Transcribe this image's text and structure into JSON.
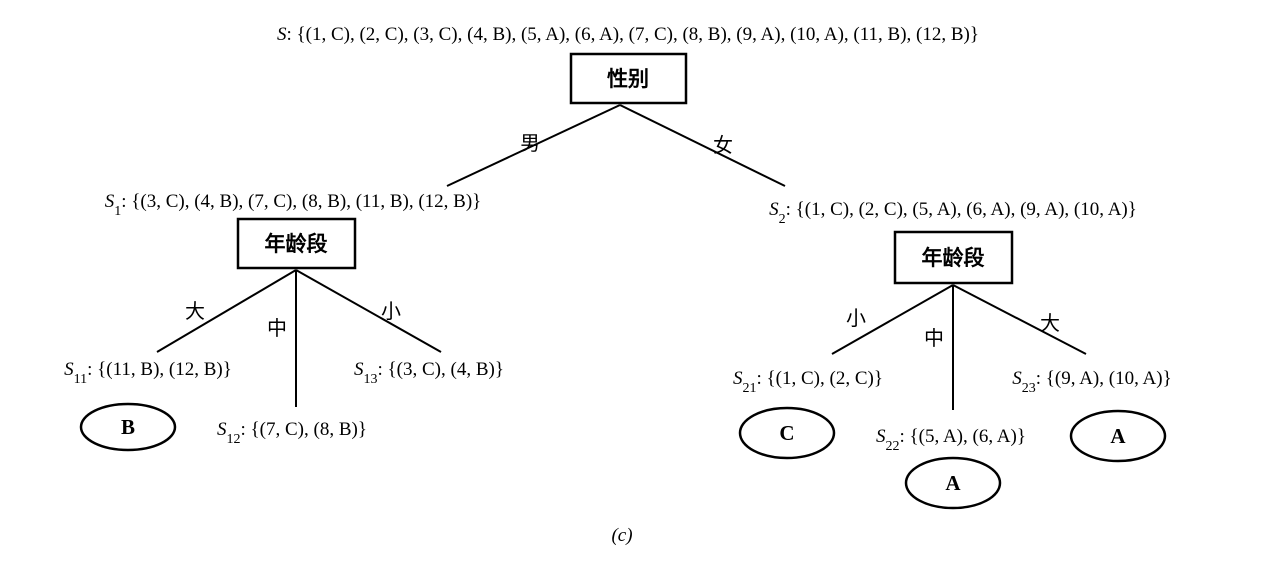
{
  "sets": {
    "S": {
      "name": "S",
      "sub": "",
      "content": ": {(1, C), (2, C), (3, C), (4, B), (5, A), (6, A), (7, C), (8, B), (9, A), (10, A), (11, B), (12, B)}"
    },
    "S1": {
      "name": "S",
      "sub": "1",
      "content": ": {(3, C), (4, B), (7, C), (8, B), (11, B), (12, B)}"
    },
    "S2": {
      "name": "S",
      "sub": "2",
      "content": ": {(1, C), (2, C), (5, A), (6, A), (9, A), (10, A)}"
    },
    "S11": {
      "name": "S",
      "sub": "11",
      "content": ": {(11, B), (12, B)}"
    },
    "S12": {
      "name": "S",
      "sub": "12",
      "content": ": {(7, C), (8, B)}"
    },
    "S13": {
      "name": "S",
      "sub": "13",
      "content": ": {(3, C), (4, B)}"
    },
    "S21": {
      "name": "S",
      "sub": "21",
      "content": ": {(1, C), (2, C)}"
    },
    "S22": {
      "name": "S",
      "sub": "22",
      "content": ": {(5, A), (6, A)}"
    },
    "S23": {
      "name": "S",
      "sub": "23",
      "content": ": {(9, A), (10, A)}"
    }
  },
  "nodes": {
    "root": "性别",
    "left": "年龄段",
    "right": "年龄段"
  },
  "edges": {
    "male": "男",
    "female": "女",
    "left_big": "大",
    "left_mid": "中",
    "left_small": "小",
    "right_small": "小",
    "right_mid": "中",
    "right_big": "大"
  },
  "leaves": {
    "S11": "B",
    "S21": "C",
    "S22": "A",
    "S23": "A"
  },
  "caption": "(c)"
}
